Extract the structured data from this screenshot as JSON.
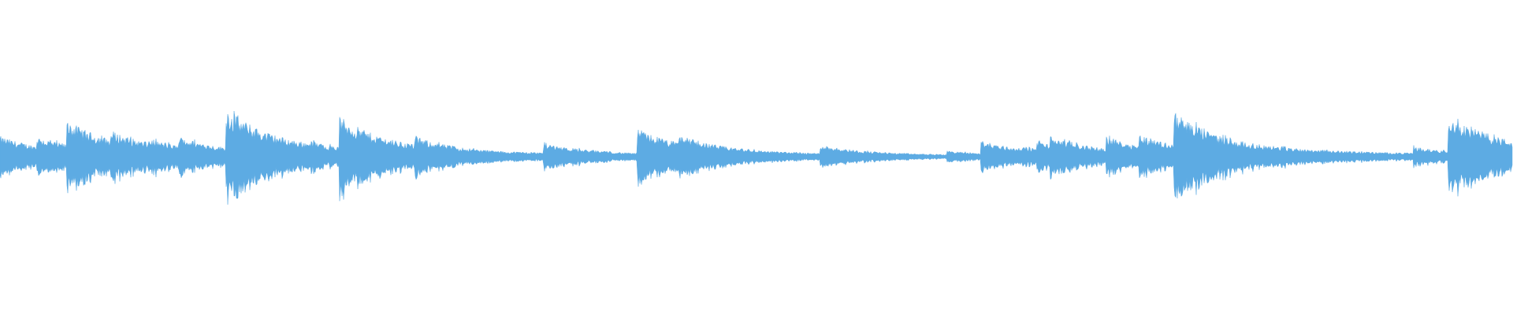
{
  "waveform": {
    "color": "#5dabe3",
    "background": "#ffffff",
    "transients": [
      {
        "t": 0.0,
        "amp": 0.1
      },
      {
        "t": 0.024,
        "amp": 0.1
      },
      {
        "t": 0.044,
        "amp": 0.18
      },
      {
        "t": 0.073,
        "amp": 0.13
      },
      {
        "t": 0.098,
        "amp": 0.09
      },
      {
        "t": 0.118,
        "amp": 0.1
      },
      {
        "t": 0.149,
        "amp": 0.24
      },
      {
        "t": 0.204,
        "amp": 0.08
      },
      {
        "t": 0.224,
        "amp": 0.2
      },
      {
        "t": 0.274,
        "amp": 0.1
      },
      {
        "t": 0.359,
        "amp": 0.07
      },
      {
        "t": 0.398,
        "amp": 0.03
      },
      {
        "t": 0.421,
        "amp": 0.14
      },
      {
        "t": 0.448,
        "amp": 0.11
      },
      {
        "t": 0.542,
        "amp": 0.06
      },
      {
        "t": 0.626,
        "amp": 0.03
      },
      {
        "t": 0.648,
        "amp": 0.08
      },
      {
        "t": 0.676,
        "amp": 0.05
      },
      {
        "t": 0.685,
        "amp": 0.08
      },
      {
        "t": 0.694,
        "amp": 0.1
      },
      {
        "t": 0.731,
        "amp": 0.1
      },
      {
        "t": 0.753,
        "amp": 0.11
      },
      {
        "t": 0.776,
        "amp": 0.22
      },
      {
        "t": 0.859,
        "amp": 0.04
      },
      {
        "t": 0.934,
        "amp": 0.05
      },
      {
        "t": 0.957,
        "amp": 0.22
      }
    ]
  }
}
